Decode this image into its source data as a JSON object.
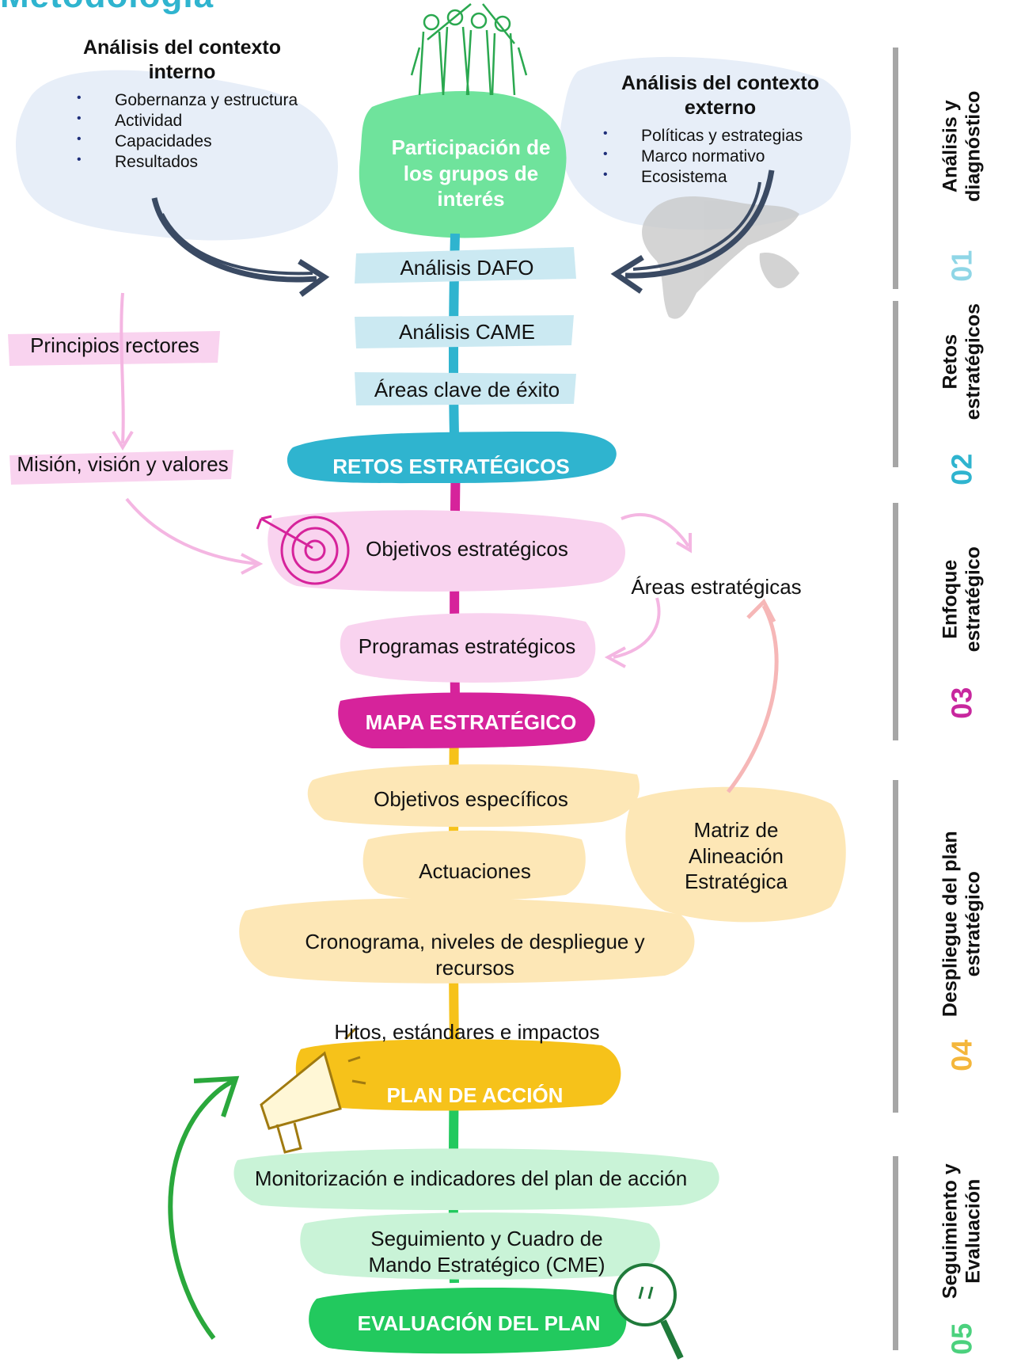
{
  "title": "Metodología",
  "context_internal": {
    "heading": "Análisis del contexto interno",
    "items": [
      "Gobernanza y estructura",
      "Actividad",
      "Capacidades",
      "Resultados"
    ]
  },
  "context_external": {
    "heading": "Análisis del contexto externo",
    "items": [
      "Políticas y estrategias",
      "Marco normativo",
      "Ecosistema"
    ]
  },
  "participation": "Participación de los grupos de interés",
  "flow": {
    "dafo": "Análisis DAFO",
    "came": "Análisis CAME",
    "areas_clave": "Áreas clave de éxito",
    "retos": "RETOS ESTRATÉGICOS",
    "principios": "Principios rectores",
    "mision": "Misión, visión y valores",
    "objetivos_estrategicos": "Objetivos estratégicos",
    "areas_estrategicas": "Áreas estratégicas",
    "programas": "Programas estratégicos",
    "mapa": "MAPA ESTRATÉGICO",
    "objetivos_especificos": "Objetivos específicos",
    "actuaciones": "Actuaciones",
    "matriz": "Matriz de Alineación Estratégica",
    "cronograma": "Cronograma, niveles de despliegue y recursos",
    "hitos": "Hitos, estándares e impactos",
    "plan_accion": "PLAN DE ACCIÓN",
    "monitorizacion": "Monitorización e indicadores del plan de acción",
    "seguimiento": "Seguimiento y Cuadro de Mando Estratégico (CME)",
    "evaluacion": "EVALUACIÓN DEL PLAN"
  },
  "stages": [
    {
      "number": "01",
      "label": "Análisis y diagnóstico",
      "color": "#8fd6e6"
    },
    {
      "number": "02",
      "label": "Retos estratégicos",
      "color": "#2fb4cf"
    },
    {
      "number": "03",
      "label": "Enfoque estratégico",
      "color": "#c8279e"
    },
    {
      "number": "04",
      "label": "Despliegue del plan estratégico",
      "color": "#f4b63b"
    },
    {
      "number": "05",
      "label": "Seguimiento y Evaluación",
      "color": "#4cd17e"
    }
  ],
  "colors": {
    "cyan": "#2fb4cf",
    "magenta": "#d6239b",
    "yellow": "#f6c21a",
    "green": "#22c95e",
    "light_blue": "#cbe9f2",
    "light_pink": "#f9d3ef",
    "light_yellow": "#fde7b6",
    "light_green": "#c9f3d7",
    "navy_arrow": "#3a4a63"
  }
}
